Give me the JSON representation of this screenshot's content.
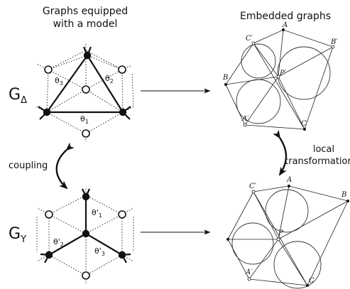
{
  "titles": {
    "left": [
      "Graphs equipped",
      "with a model"
    ],
    "right": "Embedded graphs"
  },
  "graph_labels": {
    "delta": {
      "letter": "G",
      "sub": "Δ"
    },
    "y": {
      "letter": "G",
      "sub": "Y"
    }
  },
  "coupling_label": "coupling",
  "local_transformation_label": [
    "local",
    "transformatior"
  ],
  "delta_angles": {
    "t1": "θ",
    "t1_sub": "1",
    "t2": "θ",
    "t2_sub": "2",
    "t3": "θ",
    "t3_sub": "3"
  },
  "y_angles": {
    "t1": "θ'",
    "t1_sub": "1",
    "t2": "θ'",
    "t2_sub": "2",
    "t3": "θ'",
    "t3_sub": "3"
  },
  "top_embedding_points": {
    "A": "A",
    "B": "B",
    "C": "C",
    "A1": "A′",
    "B1": "B′",
    "C1": "C′",
    "P1": "P′"
  },
  "bottom_embedding_points": {
    "A": "A",
    "B": "B",
    "C": "C",
    "A1": "A′",
    "C1": "C′",
    "P": "P"
  }
}
